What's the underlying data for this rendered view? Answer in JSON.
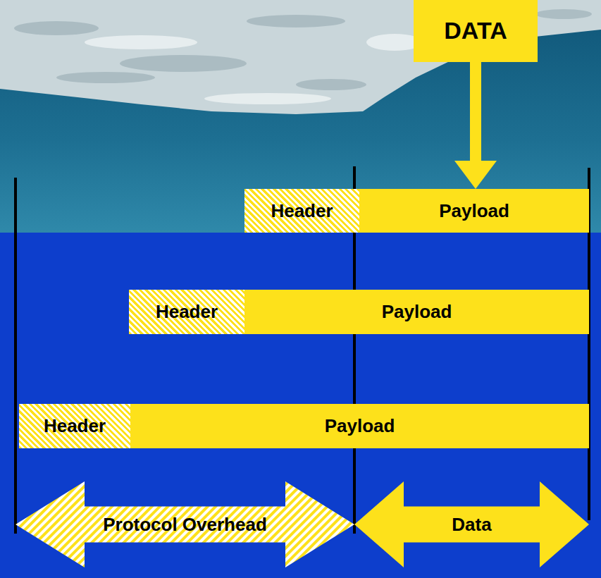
{
  "diagram": {
    "nodes": [
      {
        "text": [
          "DATA"
        ]
      },
      {
        "text": [
          "Header"
        ]
      },
      {
        "text": [
          "Payload"
        ]
      },
      {
        "text": [
          "Header"
        ]
      },
      {
        "text": [
          "Payload"
        ]
      },
      {
        "text": [
          "Header"
        ]
      },
      {
        "text": [
          "Payload"
        ]
      },
      {
        "text": [
          "Protocol Overhead"
        ]
      },
      {
        "text": [
          "Data"
        ]
      }
    ],
    "edges": [
      {
        "from": 0,
        "to": 2,
        "arrow": "to"
      }
    ]
  }
}
